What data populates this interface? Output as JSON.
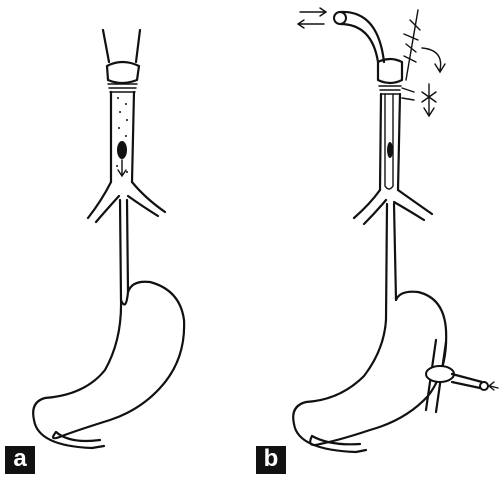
{
  "panels": [
    {
      "id": "a",
      "label": "a"
    },
    {
      "id": "b",
      "label": "b"
    }
  ]
}
